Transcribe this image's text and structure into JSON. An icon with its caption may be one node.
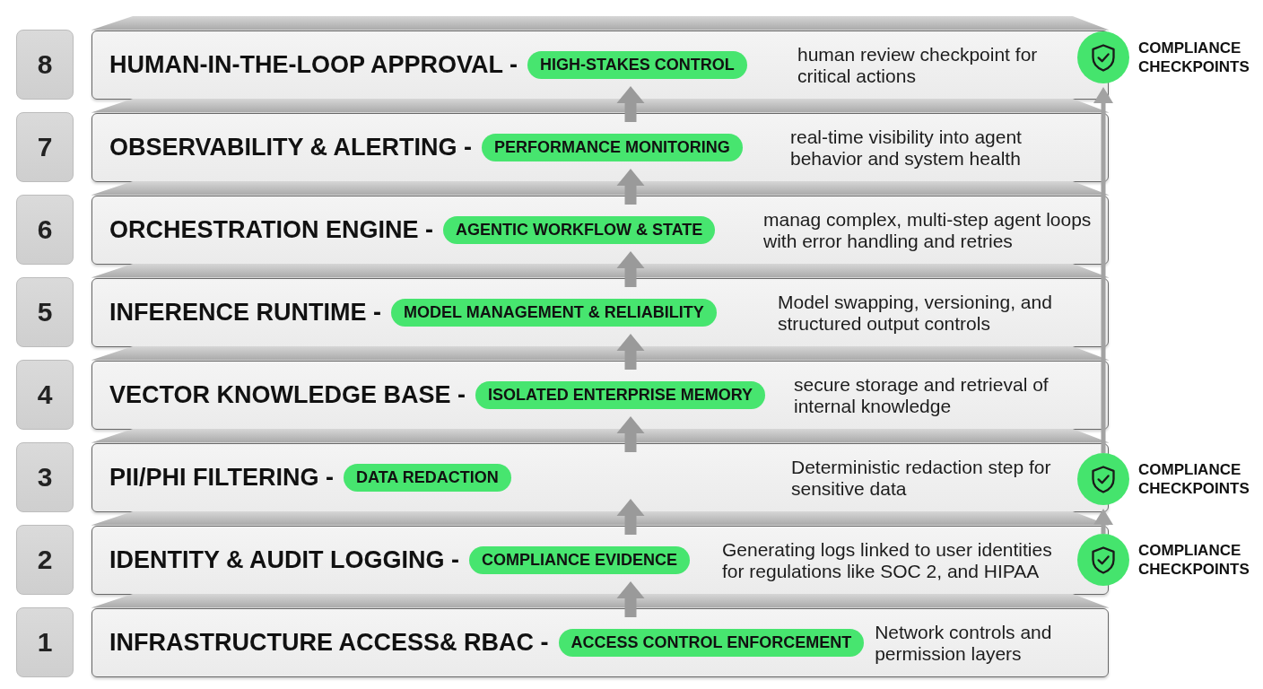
{
  "diagram": {
    "nodes": [
      {
        "text": [
          "8"
        ]
      },
      {
        "text": [
          "HUMAN-IN-THE-LOOP APPROVAL -",
          "human review checkpoint for critical actions"
        ]
      },
      {
        "text": [
          "HIGH-STAKES CONTROL"
        ],
        "in": 1
      },
      {
        "text": [],
        "shape": "circle",
        "beside": [
          "COMPLIANCE CHECKPOINTS"
        ]
      },
      {
        "text": [
          "7"
        ]
      },
      {
        "text": [
          "OBSERVABILITY & ALERTING -",
          "real-time visibility into agent behavior and system health"
        ]
      },
      {
        "text": [
          "PERFORMANCE MONITORING"
        ],
        "in": 5
      },
      {
        "text": [
          "6"
        ]
      },
      {
        "text": [
          "ORCHESTRATION ENGINE -",
          "manag complex, multi-step agent loops with error handling and retries"
        ]
      },
      {
        "text": [
          "AGENTIC WORKFLOW & STATE"
        ],
        "in": 8
      },
      {
        "text": [
          "5"
        ]
      },
      {
        "text": [
          "INFERENCE RUNTIME -",
          "Model swapping, versioning, and structured output controls"
        ]
      },
      {
        "text": [
          "MODEL MANAGEMENT & RELIABILITY"
        ],
        "in": 11
      },
      {
        "text": [
          "4"
        ]
      },
      {
        "text": [
          "VECTOR KNOWLEDGE BASE -",
          "secure storage and retrieval of internal knowledge"
        ]
      },
      {
        "text": [
          "ISOLATED ENTERPRISE MEMORY"
        ],
        "in": 14
      },
      {
        "text": [
          "3"
        ]
      },
      {
        "text": [
          "PII/PHI FILTERING -",
          "Deterministic redaction step for sensitive data"
        ]
      },
      {
        "text": [
          "DATA REDACTION"
        ],
        "in": 17
      },
      {
        "text": [],
        "shape": "circle",
        "beside": [
          "COMPLIANCE CHECKPOINTS"
        ]
      },
      {
        "text": [
          "2"
        ]
      },
      {
        "text": [
          "IDENTITY & AUDIT LOGGING -",
          "Generating logs linked to user identities for regulations like SOC 2, and HIPAA"
        ]
      },
      {
        "text": [
          "COMPLIANCE EVIDENCE"
        ],
        "in": 21
      },
      {
        "text": [],
        "shape": "circle",
        "beside": [
          "COMPLIANCE CHECKPOINTS"
        ]
      },
      {
        "text": [
          "1"
        ]
      },
      {
        "text": [
          "INFRASTRUCTURE ACCESS& RBAC -",
          "Network controls and permission layers"
        ]
      },
      {
        "text": [
          "ACCESS CONTROL ENFORCEMENT"
        ],
        "in": 25
      }
    ],
    "edges": [
      {
        "from": 25,
        "to": 21,
        "arrow": "to"
      },
      {
        "from": 21,
        "to": 17,
        "arrow": "to"
      },
      {
        "from": 17,
        "to": 14,
        "arrow": "to"
      },
      {
        "from": 14,
        "to": 11,
        "arrow": "to"
      },
      {
        "from": 11,
        "to": 8,
        "arrow": "to"
      },
      {
        "from": 8,
        "to": 5,
        "arrow": "to"
      },
      {
        "from": 5,
        "to": 1,
        "arrow": "to"
      },
      {
        "from": 23,
        "to": 19,
        "arrow": "to"
      },
      {
        "from": 19,
        "to": 3,
        "arrow": "to"
      }
    ]
  }
}
